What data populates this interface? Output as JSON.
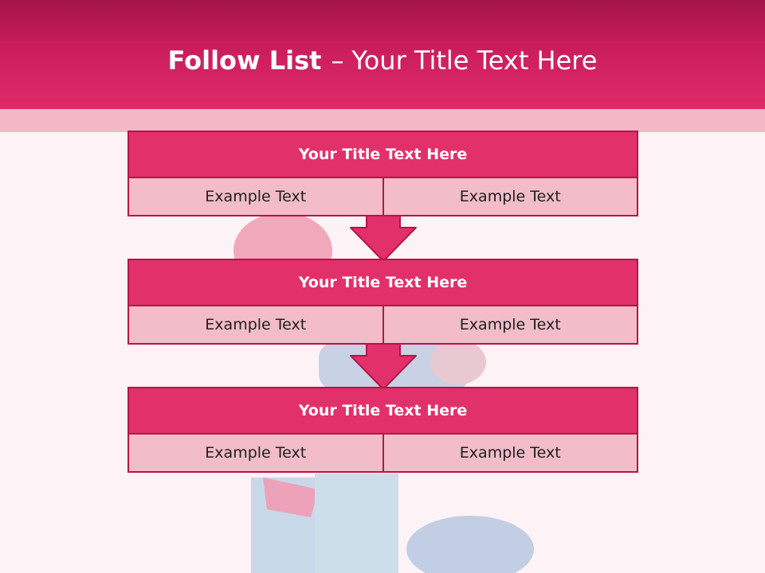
{
  "header": {
    "title_bold": "Follow List",
    "title_dash": "–",
    "title_rest": "Your Title Text Here"
  },
  "colors": {
    "header_dark": "#a31448",
    "header_light": "#e02a68",
    "box_title": "#e2306b",
    "box_body": "#f2bcc8",
    "border": "#b51548",
    "background": "#fdf3f6"
  },
  "steps": [
    {
      "title": "Your Title Text Here",
      "left": "Example Text",
      "right": "Example Text"
    },
    {
      "title": "Your Title Text Here",
      "left": "Example Text",
      "right": "Example Text"
    },
    {
      "title": "Your Title Text Here",
      "left": "Example Text",
      "right": "Example Text"
    }
  ],
  "connectors": [
    "arrow-down-icon",
    "arrow-down-icon"
  ]
}
